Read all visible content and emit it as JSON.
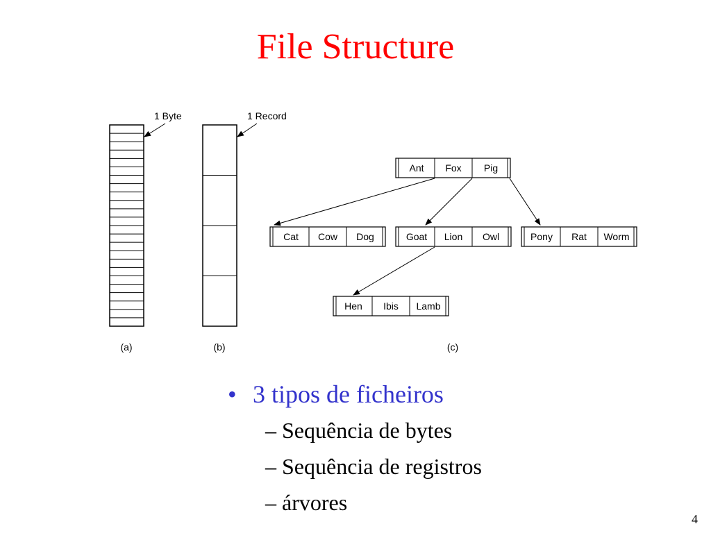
{
  "slide": {
    "title": "File Structure",
    "title_color": "#ff0000",
    "page_number": "4"
  },
  "diagram": {
    "byte_label": "1 Byte",
    "record_label": "1 Record",
    "captions": [
      "(a)",
      "(b)",
      "(c)"
    ],
    "byte_file_slots": 24,
    "record_file_slots": 4,
    "tree": {
      "root": [
        "Ant",
        "Fox",
        "Pig"
      ],
      "children": [
        [
          "Cat",
          "Cow",
          "Dog"
        ],
        [
          "Goat",
          "Lion",
          "Owl"
        ],
        [
          "Pony",
          "Rat",
          "Worm"
        ]
      ],
      "grandchild": [
        "Hen",
        "Ibis",
        "Lamb"
      ]
    }
  },
  "bullets": {
    "color": "#3333cc",
    "main": "3 tipos de ficheiros",
    "subs": [
      "Sequência de bytes",
      "Sequência de registros",
      "árvores"
    ]
  }
}
